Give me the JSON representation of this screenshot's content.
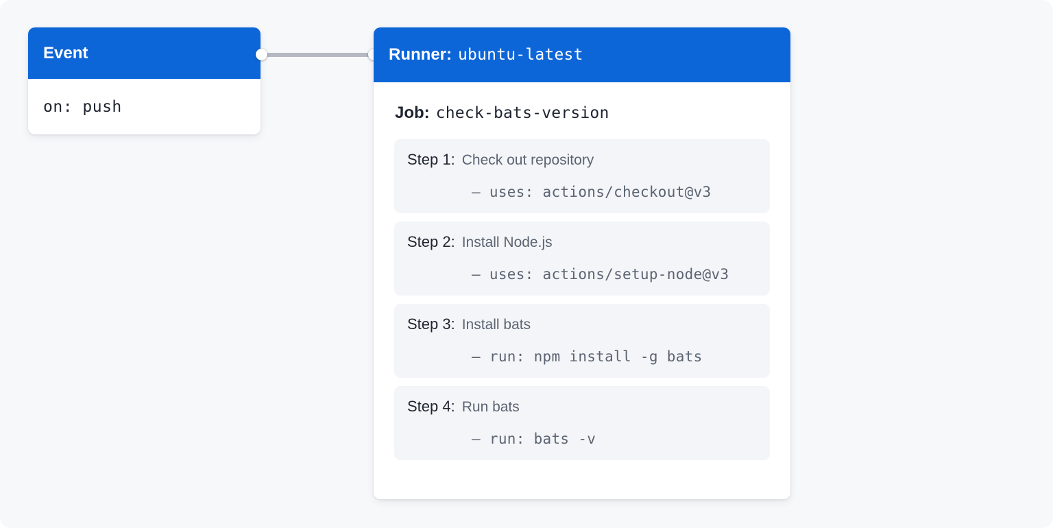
{
  "theme": {
    "page_background": "#f7f8fa",
    "accent_blue": "#0d66d8",
    "card_background": "#ffffff",
    "step_background": "#f4f5f8",
    "text_dark": "#1f2430",
    "text_muted": "#5b6472",
    "connector_color": "#b4b9c2",
    "port_color": "#ffffff"
  },
  "event_node": {
    "header_title": "Event",
    "code": "on: push"
  },
  "runner_node": {
    "header_label": "Runner:",
    "header_value": "ubuntu-latest",
    "job_label": "Job:",
    "job_value": "check-bats-version",
    "steps": [
      {
        "number": "Step 1:",
        "title": "Check out repository",
        "command": "— uses: actions/checkout@v3"
      },
      {
        "number": "Step 2:",
        "title": "Install Node.js",
        "command": "— uses: actions/setup-node@v3"
      },
      {
        "number": "Step 3:",
        "title": "Install bats",
        "command": "— run: npm install -g bats"
      },
      {
        "number": "Step 4:",
        "title": "Run bats",
        "command": "— run: bats -v"
      }
    ]
  },
  "connector": {
    "from": "Event",
    "to": "Runner: ubuntu-latest"
  }
}
